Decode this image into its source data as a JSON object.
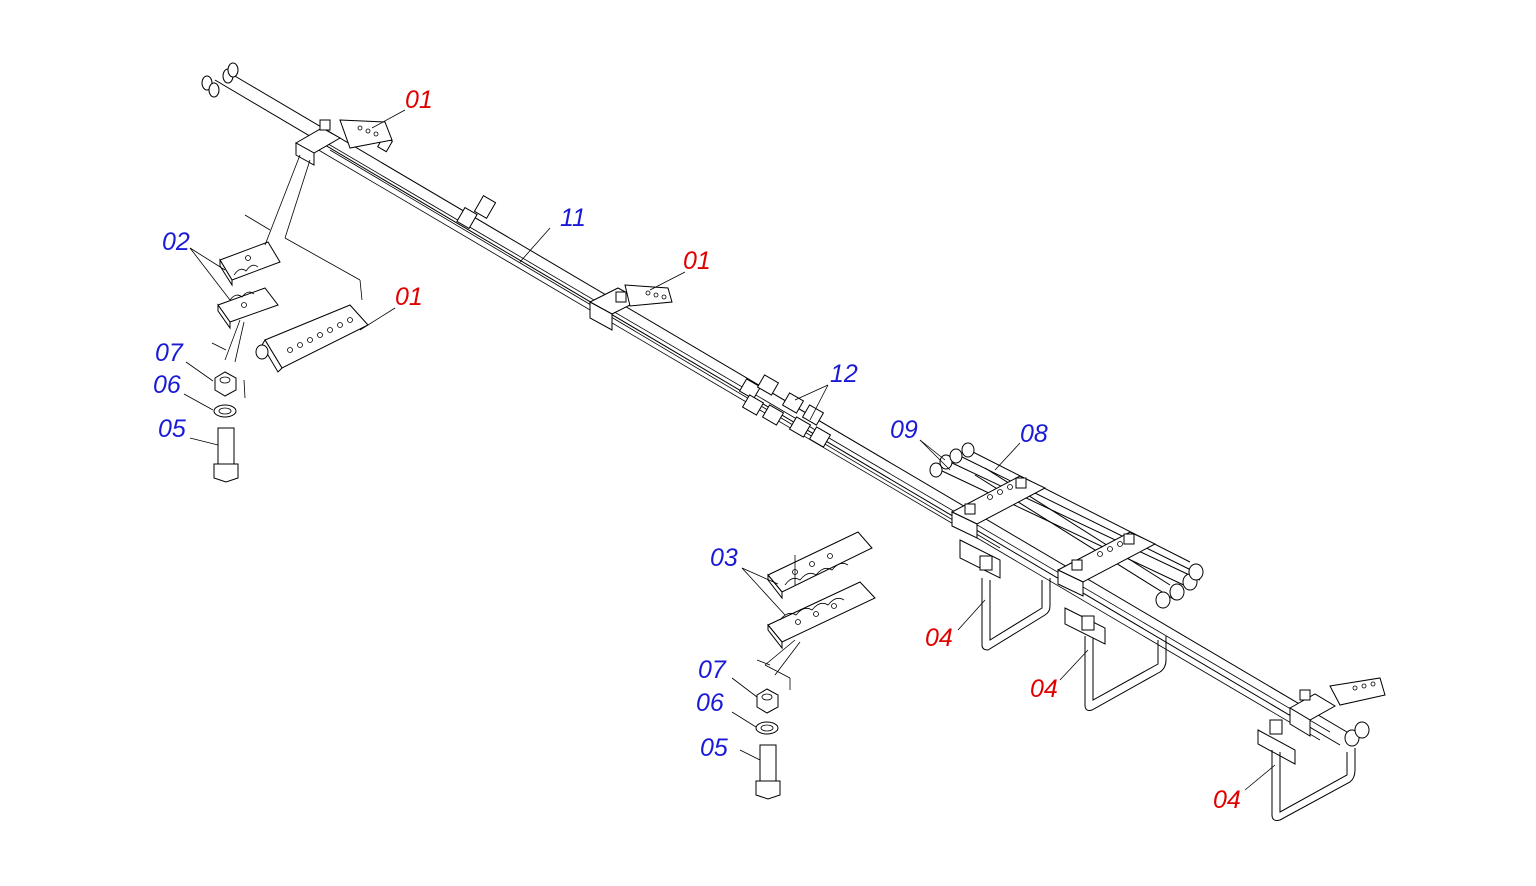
{
  "colors": {
    "red": "#e00000",
    "blue": "#1a1ad6",
    "line": "#000000"
  },
  "labels": {
    "l01a": "01",
    "l01b": "01",
    "l01c": "01",
    "l02": "02",
    "l03": "03",
    "l04a": "04",
    "l04b": "04",
    "l04c": "04",
    "l05a": "05",
    "l05b": "05",
    "l06a": "06",
    "l06b": "06",
    "l07a": "07",
    "l07b": "07",
    "l08": "08",
    "l09": "09",
    "l11": "11",
    "l12": "12"
  }
}
